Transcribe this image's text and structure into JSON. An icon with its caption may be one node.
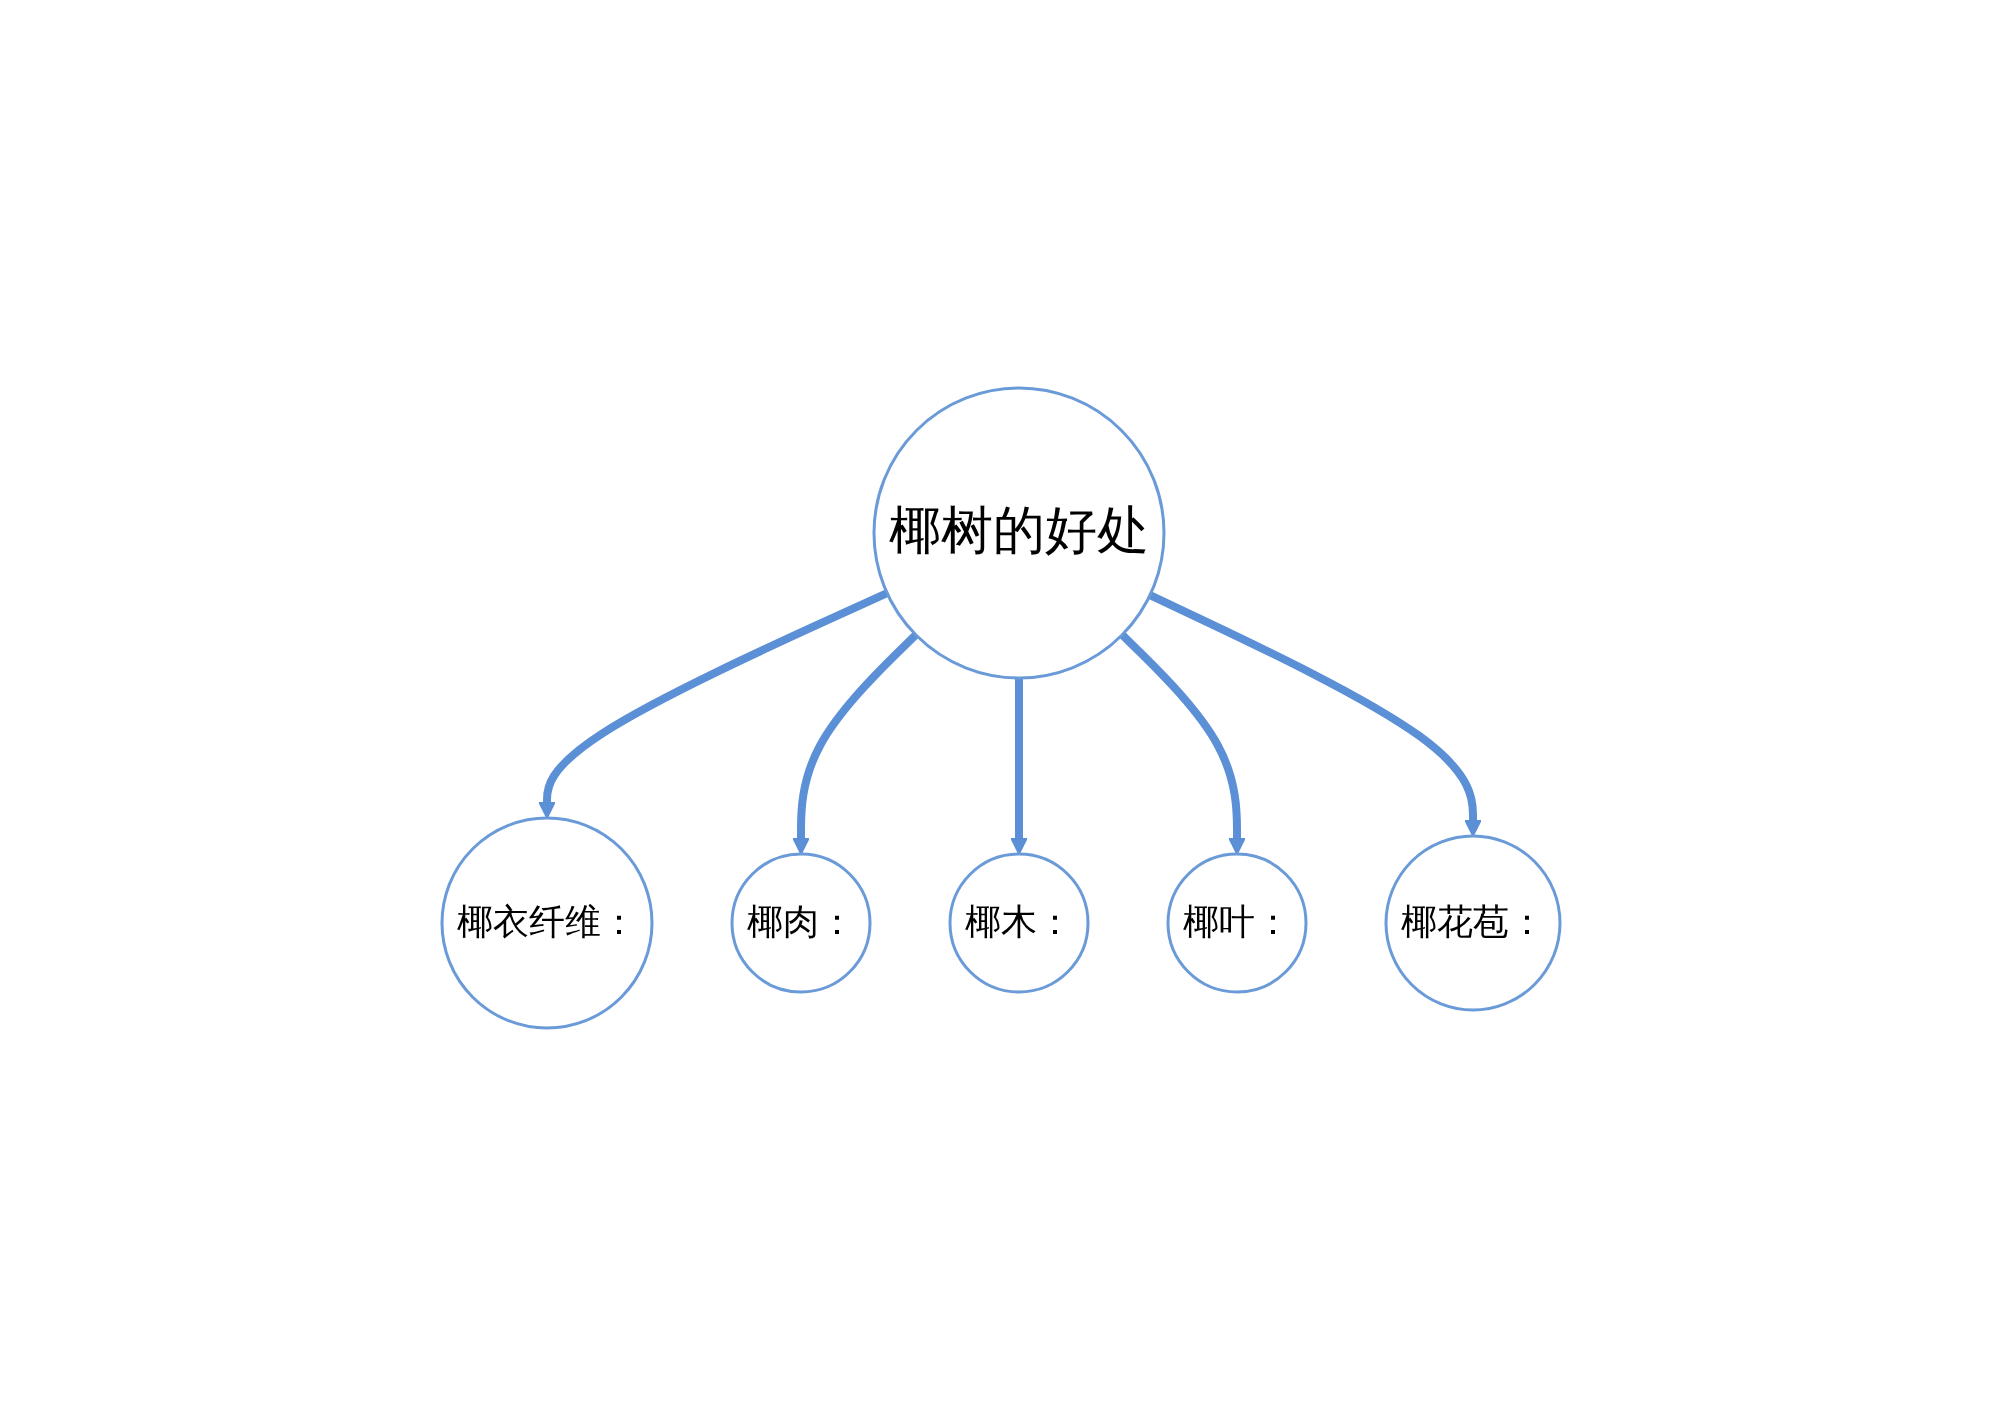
{
  "diagram": {
    "nodes": [
      {
        "text": [
          "椰衣纤维："
        ]
      },
      {
        "text": [
          "椰肉："
        ]
      },
      {
        "text": [
          "椰木："
        ]
      },
      {
        "text": [
          "椰树的好处"
        ]
      },
      {
        "text": [
          "椰叶："
        ]
      },
      {
        "text": [
          "椰花苞："
        ]
      }
    ],
    "edges": [
      {
        "from": 3,
        "to": 0,
        "arrow": "to"
      },
      {
        "from": 3,
        "to": 1,
        "arrow": "to"
      },
      {
        "from": 3,
        "to": 2,
        "arrow": "to"
      },
      {
        "from": 3,
        "to": 4,
        "arrow": "to"
      },
      {
        "from": 3,
        "to": 5,
        "arrow": "to"
      }
    ]
  }
}
